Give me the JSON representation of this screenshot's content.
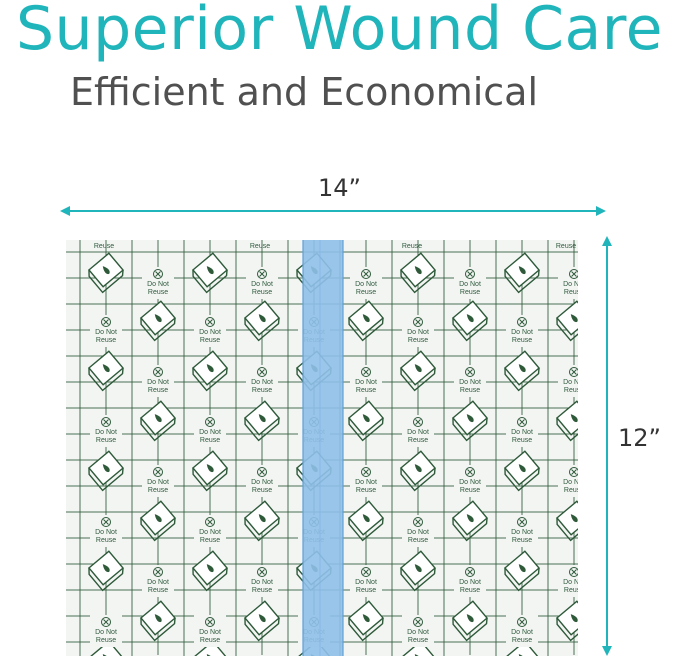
{
  "headline": "Superior Wound Care",
  "subheadline": "Efficient and Economical",
  "dimensions": {
    "width_label": "14”",
    "height_label": "12”"
  },
  "film": {
    "print_text_line1": "Do Not",
    "print_text_line2": "Reuse",
    "print_text_edge": "Reuse"
  },
  "colors": {
    "accent": "#20b5bb",
    "subheadline": "#505050",
    "grid": "#2e5a3a",
    "film_background": "#f3f5f3",
    "liner_strip": "#8fc0ea"
  },
  "icons": [
    "do-not-reuse-icon",
    "dressing-application-icon"
  ]
}
